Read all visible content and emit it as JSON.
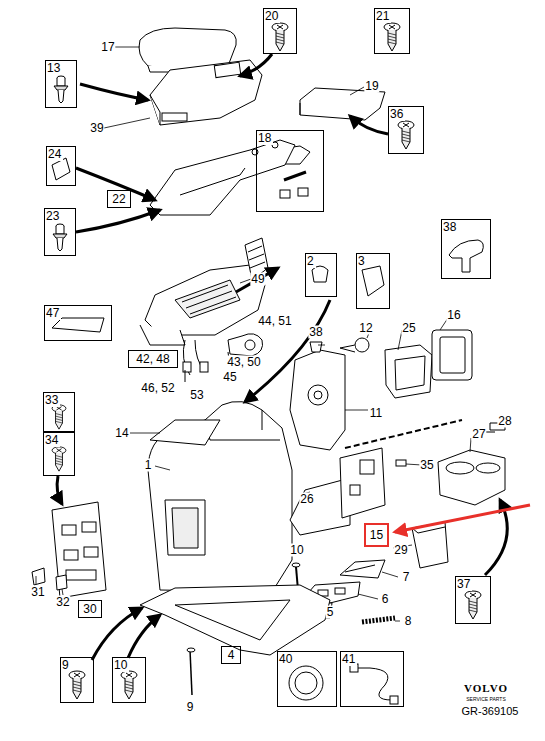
{
  "diagram": {
    "nodes": [
      {
        "text": [
          "20"
        ]
      },
      {
        "text": [
          "21"
        ]
      },
      {
        "text": [
          "13"
        ]
      },
      {
        "text": [
          "36"
        ]
      },
      {
        "text": [
          "18"
        ]
      },
      {
        "text": [
          "24"
        ]
      },
      {
        "text": [
          "22"
        ]
      },
      {
        "text": [
          "23"
        ]
      },
      {
        "text": [
          "38"
        ]
      },
      {
        "text": [
          "2"
        ]
      },
      {
        "text": [
          "3"
        ]
      },
      {
        "text": [
          "47"
        ]
      },
      {
        "text": [
          "42, 48"
        ]
      },
      {
        "text": [
          "33"
        ]
      },
      {
        "text": [
          "34"
        ]
      },
      {
        "text": [
          "15"
        ]
      },
      {
        "text": [
          "37"
        ]
      },
      {
        "text": [
          "30"
        ]
      },
      {
        "text": [
          "4"
        ]
      },
      {
        "text": [
          "40"
        ]
      },
      {
        "text": [
          "41"
        ]
      },
      {
        "text": [
          "9"
        ]
      },
      {
        "text": [
          "10"
        ]
      }
    ],
    "labels": [
      "17",
      "19",
      "39",
      "49",
      "44, 51",
      "43, 50",
      "38",
      "12",
      "25",
      "16",
      "45",
      "46, 52",
      "53",
      "11",
      "14",
      "28",
      "27",
      "1",
      "35",
      "26",
      "10",
      "29",
      "7",
      "31",
      "6",
      "32",
      "5",
      "8",
      "9",
      "VOLVO",
      "SERVICE PARTS",
      "GR-369105"
    ]
  }
}
